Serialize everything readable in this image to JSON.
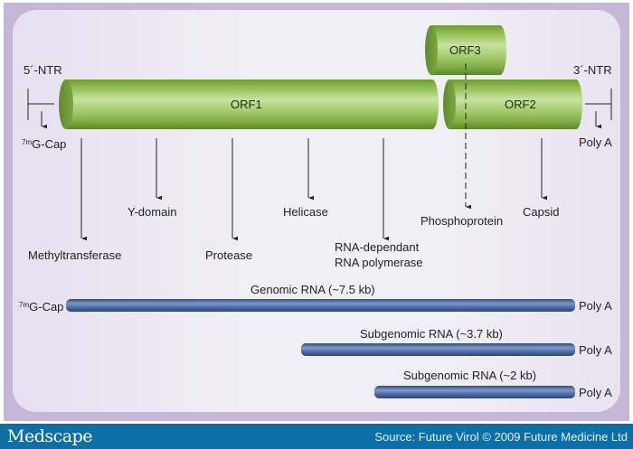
{
  "figure": {
    "five_ntr": "5´-NTR",
    "three_ntr": "3´-NTR",
    "cap_sup": "7m",
    "cap_text": "G-Cap",
    "poly_a": "Poly A",
    "orfs": [
      {
        "id": "orf1",
        "label": "ORF1"
      },
      {
        "id": "orf2",
        "label": "ORF2"
      },
      {
        "id": "orf3",
        "label": "ORF3"
      }
    ],
    "products": {
      "methyltransferase": "Methyltransferase",
      "y_domain": "Y-domain",
      "protease": "Protease",
      "helicase": "Helicase",
      "rdrp_line1": "RNA-dependant",
      "rdrp_line2": "RNA polymerase",
      "phosphoprotein": "Phosphoprotein",
      "capsid": "Capsid"
    },
    "rnas": [
      {
        "label": "Genomic RNA (~7.5 kb)",
        "cap": true,
        "tail": "Poly A"
      },
      {
        "label": "Subgenomic RNA (~3.7 kb)",
        "cap": false,
        "tail": "Poly A"
      },
      {
        "label": "Subgenomic RNA (~2 kb)",
        "cap": false,
        "tail": "Poly A"
      }
    ]
  },
  "colors": {
    "frame": "#c6b7d9",
    "orf_green": "#8fbc4e",
    "rna_blue": "#3f5f99",
    "footer_blue": "#0e6ea6"
  },
  "footer": {
    "brand": "Medscape",
    "source": "Source: Future Virol © 2009 Future Medicine Ltd"
  }
}
